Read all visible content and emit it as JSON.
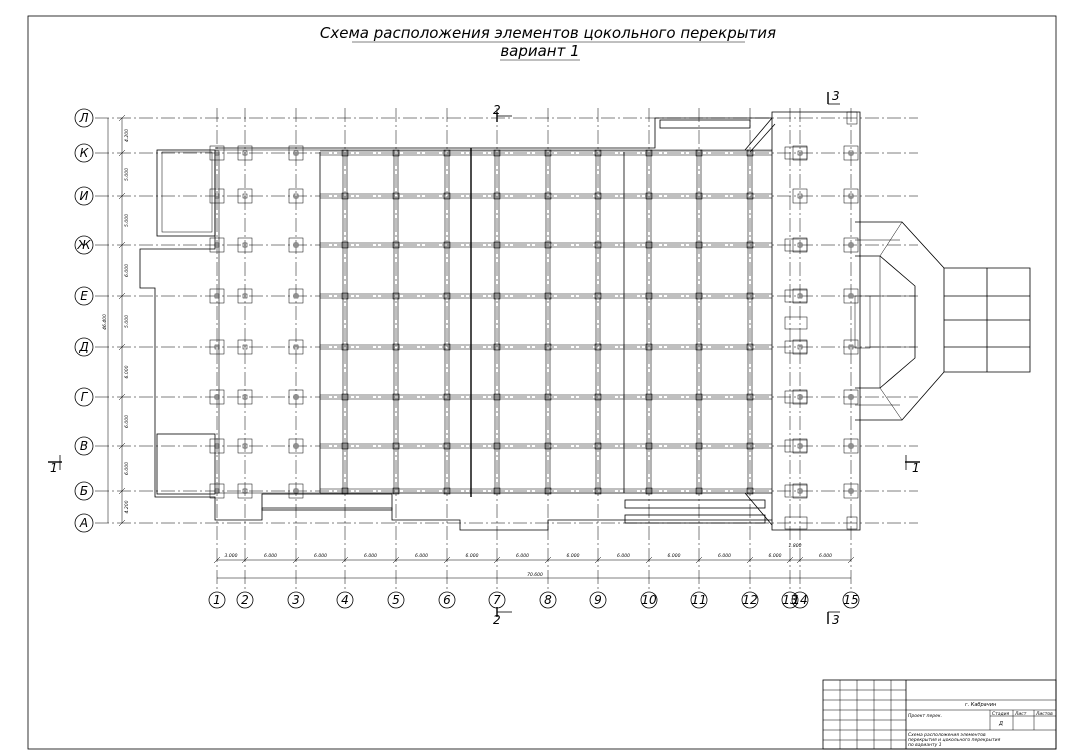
{
  "title": {
    "line1": "Схема расположения элементов цокольного перекрытия",
    "line2": "вариант 1"
  },
  "row_axes": [
    "Л",
    "К",
    "И",
    "Ж",
    "Е",
    "Д",
    "Г",
    "В",
    "Б",
    "А"
  ],
  "row_dims": [
    "4.200",
    "5.000",
    "5.000",
    "6.000",
    "5.000",
    "6.000",
    "6.000",
    "6.000",
    "4.200"
  ],
  "row_total": "46.400",
  "col_axes": [
    "1",
    "2",
    "3",
    "4",
    "5",
    "6",
    "7",
    "8",
    "9",
    "10",
    "11",
    "12",
    "13",
    "14",
    "15"
  ],
  "col_dims": [
    "3.000",
    "6.000",
    "6.000",
    "6.000",
    "6.000",
    "6.000",
    "6.000",
    "6.000",
    "6.000",
    "6.000",
    "6.000",
    "6.000",
    "6.000",
    "6.000"
  ],
  "col_total": "70.600",
  "col_extra_dim": "1.800",
  "cuts": {
    "c1": "1",
    "c2": "2",
    "c3": "3"
  },
  "title_block": {
    "owner": "г. Кабрачин",
    "stage_hdr": "Стадия",
    "sheet_hdr": "Лист",
    "sheets_hdr": "Листов",
    "project": "Проект перек.",
    "stage": "Д",
    "desc1": "Схема расположения элементов",
    "desc2": "перекрытия и цокольного перекрытия",
    "desc3": "по варианту 1"
  }
}
